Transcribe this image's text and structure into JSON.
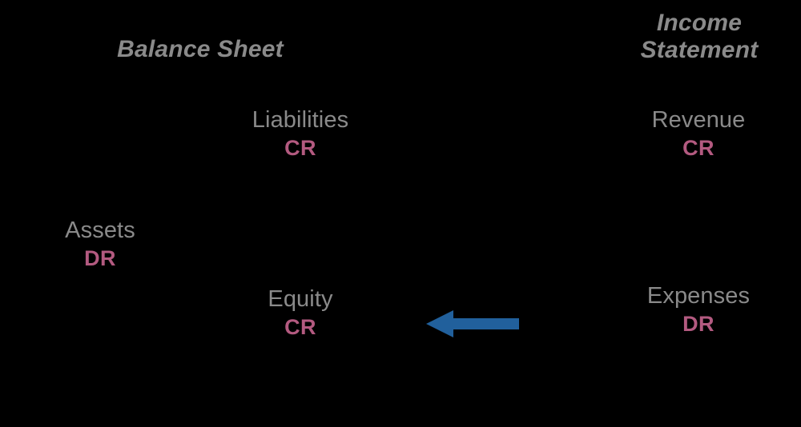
{
  "diagram": {
    "title": "Balance Sheet and Income Statement debit/credit normal balances",
    "background_color": "#000000",
    "label_color": "#8a8a8a",
    "side_color": "#b35a80",
    "arrow_color": "#21609c"
  },
  "sections": {
    "balance_sheet": {
      "heading": "Balance Sheet"
    },
    "income_statement": {
      "heading": "Income\nStatement"
    }
  },
  "accounts": [
    {
      "name": "Liabilities",
      "side": "CR",
      "statement": "Balance Sheet"
    },
    {
      "name": "Assets",
      "side": "DR",
      "statement": "Balance Sheet"
    },
    {
      "name": "Equity",
      "side": "CR",
      "statement": "Balance Sheet"
    },
    {
      "name": "Revenue",
      "side": "CR",
      "statement": "Income Statement"
    },
    {
      "name": "Expenses",
      "side": "DR",
      "statement": "Income Statement"
    }
  ],
  "arrow": {
    "name": "net-income-to-equity-arrow",
    "direction": "left",
    "color": "#21609c",
    "from": "Expenses",
    "to": "Equity"
  }
}
